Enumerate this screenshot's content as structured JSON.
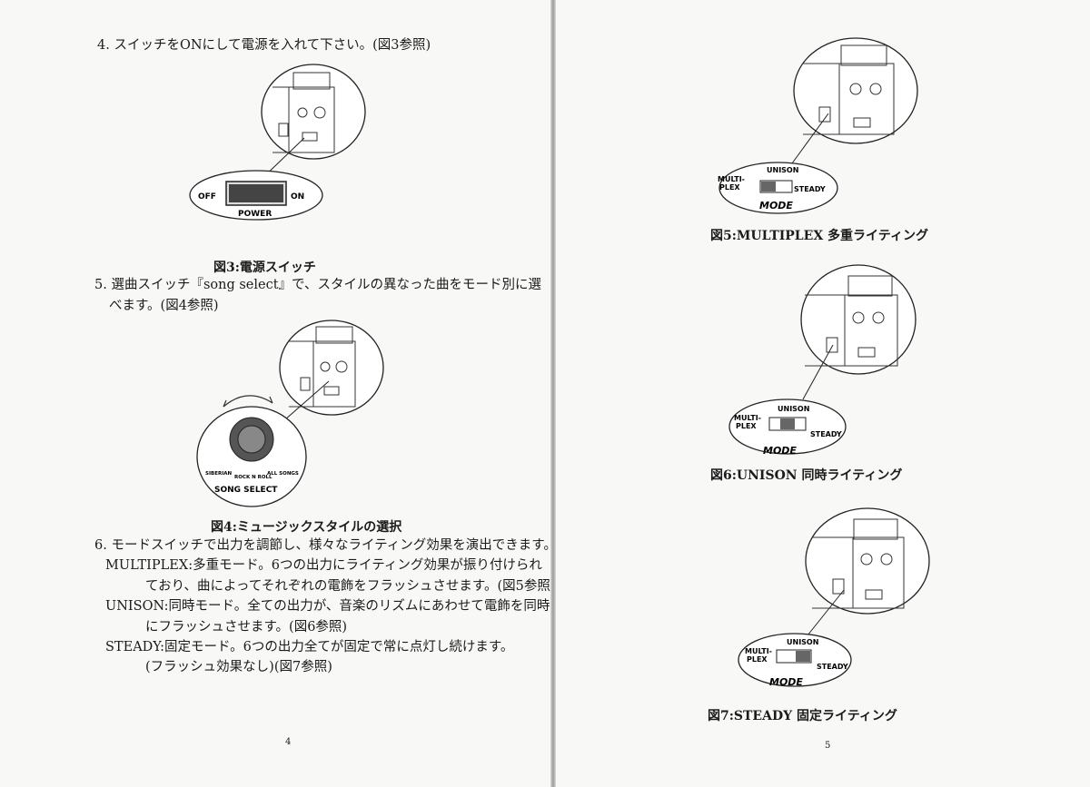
{
  "left_page": {
    "step4": "4. スイッチをONにして電源を入れて下さい。(図3参照)",
    "fig3": {
      "off_label": "OFF",
      "on_label": "ON",
      "power_label": "POWER",
      "caption": "図3:電源スイッチ"
    },
    "step5_line1": "5. 選曲スイッチ『song select』で、スタイルの異なった曲をモード別に選",
    "step5_line2": "べます。(図4参照)",
    "fig4": {
      "song_options": [
        "SIBERIAN",
        "ROCK N ROLL",
        "ALL SONGS"
      ],
      "select_label": "SONG SELECT",
      "caption": "図4:ミュージックスタイルの選択"
    },
    "step6_line1": "6. モードスイッチで出力を調節し、様々なライティング効果を演出できます。",
    "multiplex_line1": "MULTIPLEX:多重モード。6つの出力にライティング効果が振り付けられ",
    "multiplex_line2": "ており、曲によってそれぞれの電飾をフラッシュさせます。(図5参照)",
    "unison_line1": "UNISON:同時モード。全ての出力が、音楽のリズムにあわせて電飾を同時",
    "unison_line2": "にフラッシュさせます。(図6参照)",
    "steady_line1": "STEADY:固定モード。6つの出力全てが固定で常に点灯し続けます。",
    "steady_line2": "(フラッシュ効果なし)(図7参照)",
    "page_number": "4"
  },
  "right_page": {
    "mode_labels": {
      "unison": "UNISON",
      "multi": "MULTI-",
      "plex": "PLEX",
      "steady": "STEADY",
      "mode": "MODE"
    },
    "fig5_caption": "図5:MULTIPLEX 多重ライティング",
    "fig6_caption": "図6:UNISON 同時ライティング",
    "fig7_caption": "図7:STEADY 固定ライティング",
    "page_number": "5"
  }
}
